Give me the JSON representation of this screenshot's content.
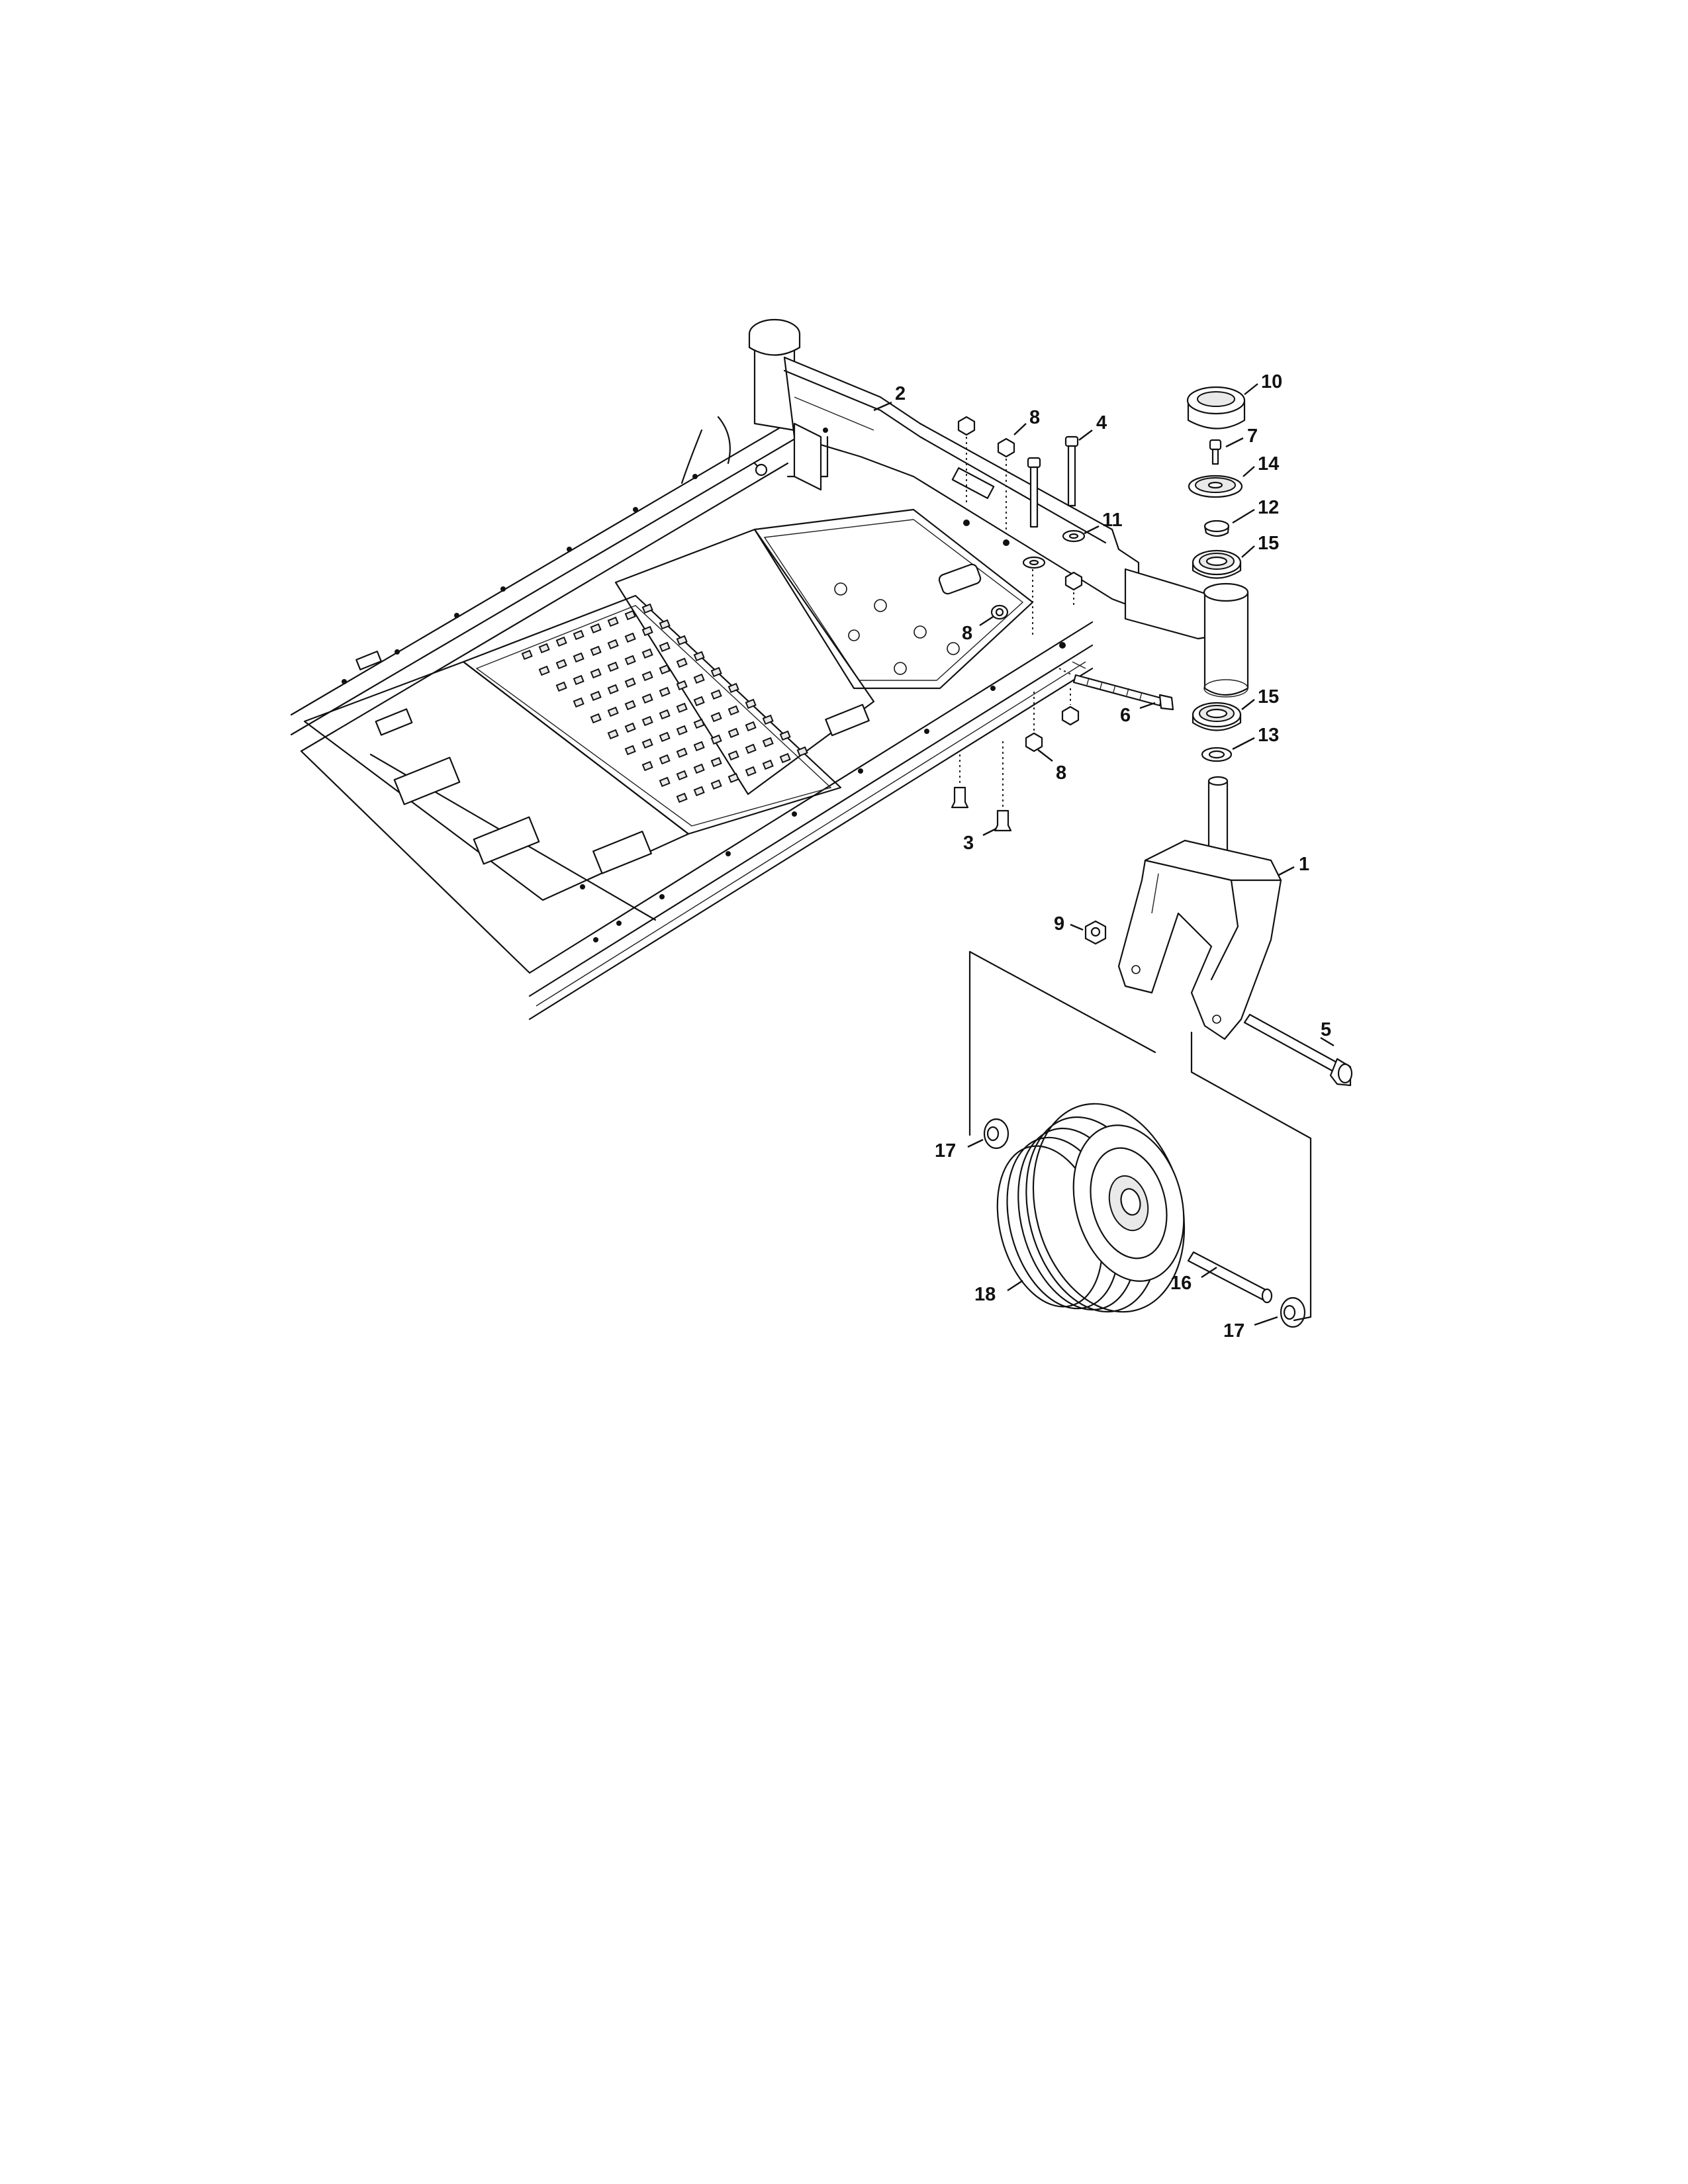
{
  "callouts": [
    {
      "id": "c2",
      "text": "2"
    },
    {
      "id": "c8a",
      "text": "8"
    },
    {
      "id": "c4",
      "text": "4"
    },
    {
      "id": "c11",
      "text": "11"
    },
    {
      "id": "c8b",
      "text": "8"
    },
    {
      "id": "c6",
      "text": "6"
    },
    {
      "id": "c8c",
      "text": "8"
    },
    {
      "id": "c3",
      "text": "3"
    },
    {
      "id": "c10",
      "text": "10"
    },
    {
      "id": "c7",
      "text": "7"
    },
    {
      "id": "c14",
      "text": "14"
    },
    {
      "id": "c12",
      "text": "12"
    },
    {
      "id": "c15a",
      "text": "15"
    },
    {
      "id": "c15b",
      "text": "15"
    },
    {
      "id": "c13",
      "text": "13"
    },
    {
      "id": "c1",
      "text": "1"
    },
    {
      "id": "c9",
      "text": "9"
    },
    {
      "id": "c5",
      "text": "5"
    },
    {
      "id": "c17a",
      "text": "17"
    },
    {
      "id": "c16",
      "text": "16"
    },
    {
      "id": "c17b",
      "text": "17"
    },
    {
      "id": "c18",
      "text": "18"
    }
  ]
}
